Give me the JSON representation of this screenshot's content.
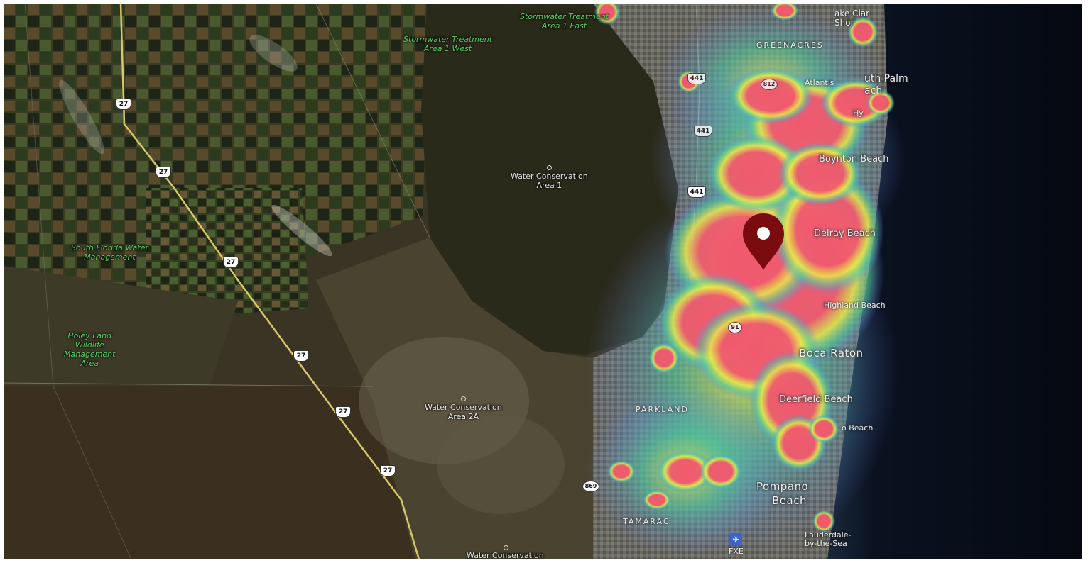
{
  "map": {
    "layer": "satellite",
    "overlay": "heatmap",
    "colors": {
      "ocean": "#070b16",
      "heat_low": "#6d7cf0",
      "heat_mid": "#e9e94a",
      "heat_high": "#f05a6e",
      "marker": "#7a0c10"
    },
    "places": {
      "stormwater_east_1": "Stormwater Treatment",
      "stormwater_east_2": "Area 1 East",
      "stormwater_west_1": "Stormwater Treatment",
      "stormwater_west_2": "Area 1 West",
      "wca1_1": "Water Conservation",
      "wca1_2": "Area 1",
      "sfwm_1": "South Florida Water",
      "sfwm_2": "Management",
      "holey_1": "Holey Land",
      "holey_2": "Wildlife",
      "holey_3": "Management",
      "holey_4": "Area",
      "wca2a_1": "Water Conservation",
      "wca2a_2": "Area 2A",
      "wca_bottom": "Water Conservation"
    },
    "cities": {
      "lake_clarke_1": "ake Clar",
      "lake_clarke_2": "Shor",
      "greenacres": "GREENACRES",
      "atlantis": "Atlantis",
      "south_palm_1": "uth Palm",
      "south_palm_2": "ach",
      "hypoluxo": "Hy",
      "boynton": "Boynton Beach",
      "delray": "Delray Beach",
      "highland": "Highland Beach",
      "boca": "Boca Raton",
      "deerfield": "Deerfield Beach",
      "hillsboro": "o Beach",
      "parkland": "PARKLAND",
      "pompano_1": "Pompano",
      "pompano_2": "Beach",
      "tamarac": "TAMARAC",
      "lauderdale_1": "Lauderdale-",
      "lauderdale_2": "by-the-Sea",
      "fxe": "FXE"
    },
    "shields": {
      "us27_a": "27",
      "us27_b": "27",
      "us27_c": "27",
      "us27_d": "27",
      "us27_e": "27",
      "us27_f": "27",
      "us441_a": "441",
      "us441_b": "441",
      "us441_c": "441",
      "r812": "812",
      "r91": "91",
      "r869": "869"
    }
  }
}
